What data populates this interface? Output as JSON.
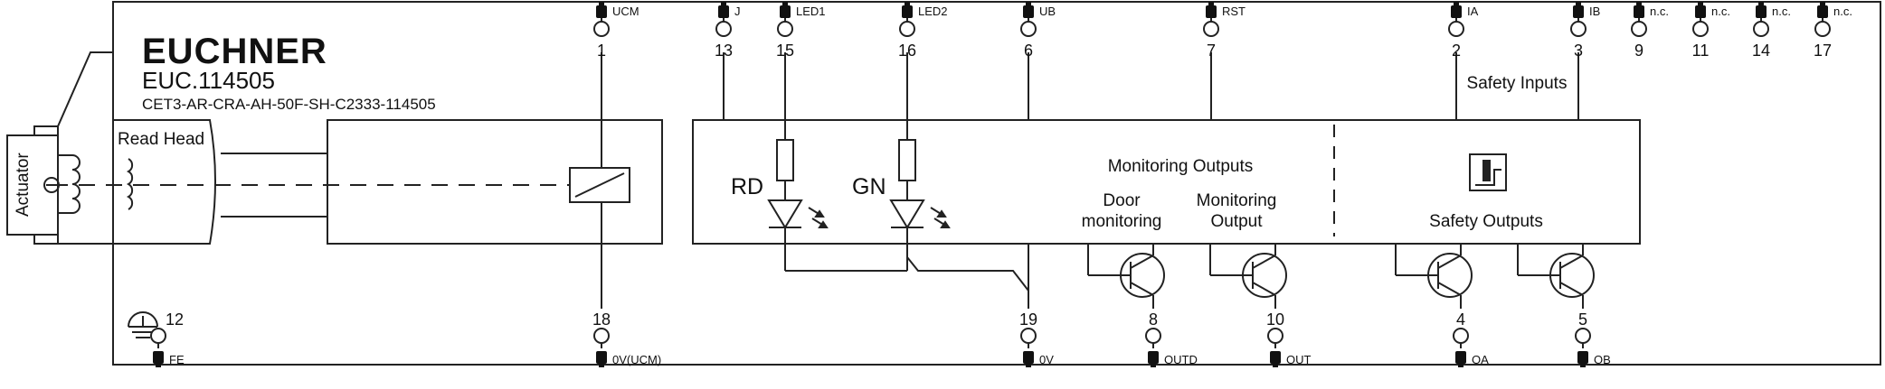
{
  "brand": "EUCHNER",
  "product": "EUC.114505",
  "order_code": "CET3-AR-CRA-AH-50F-SH-C2333-114505",
  "actuator_label": "Actuator",
  "read_head_label": "Read Head",
  "led_red_label": "RD",
  "led_green_label": "GN",
  "monitoring_outputs_label": "Monitoring Outputs",
  "door_monitoring_label_line1": "Door",
  "door_monitoring_label_line2": "monitoring",
  "monitoring_output_label_line1": "Monitoring",
  "monitoring_output_label_line2": "Output",
  "safety_inputs_label": "Safety Inputs",
  "safety_outputs_label": "Safety Outputs",
  "top_pins": [
    {
      "num": "1",
      "tag": "UCM"
    },
    {
      "num": "13",
      "tag": "J"
    },
    {
      "num": "15",
      "tag": "LED1"
    },
    {
      "num": "16",
      "tag": "LED2"
    },
    {
      "num": "6",
      "tag": "UB"
    },
    {
      "num": "7",
      "tag": "RST"
    },
    {
      "num": "2",
      "tag": "IA"
    },
    {
      "num": "3",
      "tag": "IB"
    },
    {
      "num": "9",
      "tag": "n.c."
    },
    {
      "num": "11",
      "tag": "n.c."
    },
    {
      "num": "14",
      "tag": "n.c."
    },
    {
      "num": "17",
      "tag": "n.c."
    }
  ],
  "bottom_pins": [
    {
      "num": "12",
      "tag": "FE"
    },
    {
      "num": "18",
      "tag": "0V(UCM)"
    },
    {
      "num": "19",
      "tag": "0V"
    },
    {
      "num": "8",
      "tag": "OUTD"
    },
    {
      "num": "10",
      "tag": "OUT"
    },
    {
      "num": "4",
      "tag": "OA"
    },
    {
      "num": "5",
      "tag": "OB"
    }
  ]
}
